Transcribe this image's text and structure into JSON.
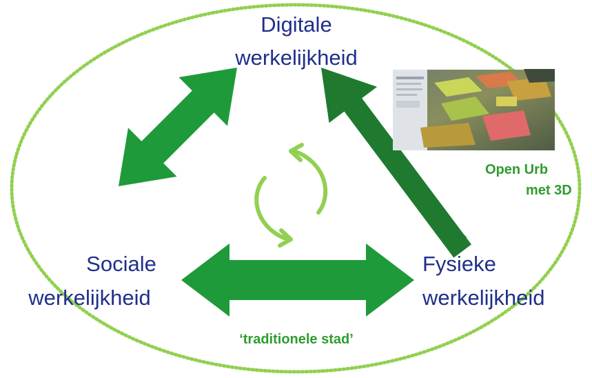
{
  "nodes": {
    "digital": {
      "line1": "Digitale",
      "line2": "werkelijkheid"
    },
    "social": {
      "line1": "Sociale",
      "line2": "werkelijkheid"
    },
    "physical": {
      "line1": "Fysieke",
      "line2": "werkelijkheid"
    }
  },
  "labels": {
    "traditional_city": "‘traditionele stad’",
    "open_urban_line1": "Open Urb",
    "open_urban_line2": "met 3D"
  },
  "colors": {
    "arrow_green": "#1f9a3a",
    "arrow_dark_green": "#1f7a2f",
    "cycle_light_green": "#92d050",
    "ellipse_dots": "#92d050",
    "label_blue": "#1f2f8a",
    "label_green": "#2f9b2f"
  },
  "icons": {
    "cycle": "cycle-arrows-icon",
    "thumbnail": "3d-city-model-thumbnail"
  }
}
